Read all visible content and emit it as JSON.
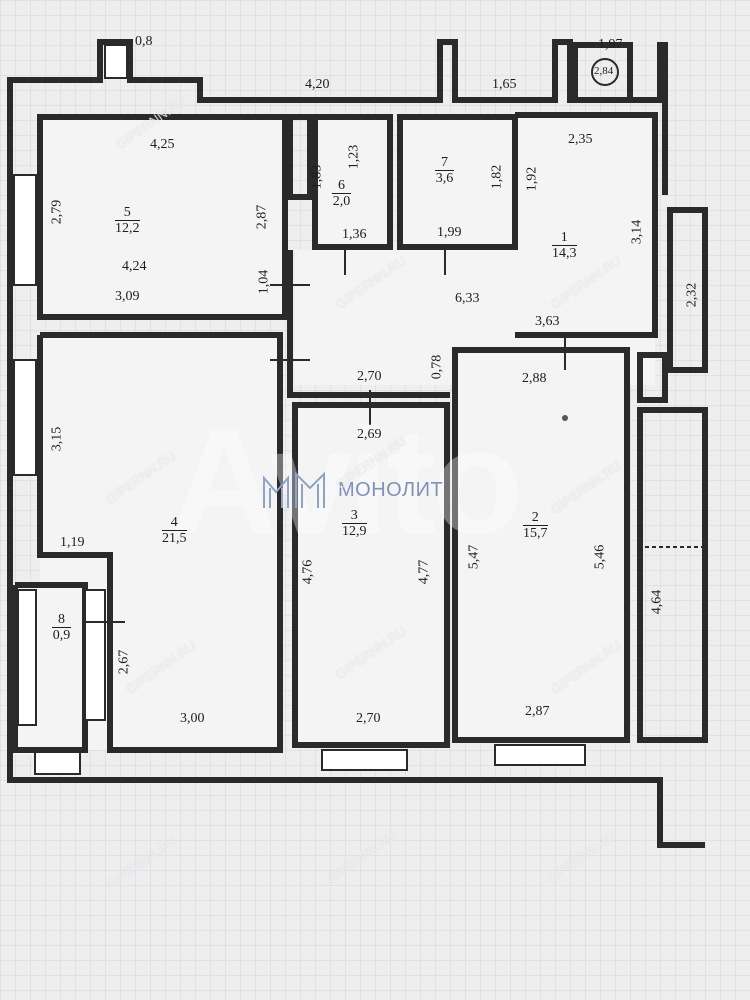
{
  "plan": {
    "rooms": [
      {
        "id": "1",
        "area": "14,3"
      },
      {
        "id": "2",
        "area": "15,7"
      },
      {
        "id": "3",
        "area": "12,9"
      },
      {
        "id": "4",
        "area": "21,5"
      },
      {
        "id": "5",
        "area": "12,2"
      },
      {
        "id": "6",
        "area": "2,0"
      },
      {
        "id": "7",
        "area": "3,6"
      },
      {
        "id": "8",
        "area": "0,9"
      }
    ],
    "dimensions": {
      "d_top_room5": "4,25",
      "d_left_room5": "2,79",
      "d_right_room5": "2,87",
      "d_mid_room5": "4,24",
      "d_bottom_room5": "3,09",
      "d_door_104": "1,04",
      "d_top_420": "4,20",
      "d_top_165": "1,65",
      "d_top_08": "0,8",
      "d_top_197": "1,97",
      "d_top_284": "2,84",
      "d_183": "1,83",
      "d_123": "1,23",
      "d_136": "1,36",
      "d_182": "1,82",
      "d_199": "1,99",
      "d_192": "1,92",
      "d_235": "2,35",
      "d_314": "3,14",
      "d_633": "6,33",
      "d_363": "3,63",
      "d_232": "2,32",
      "d_078": "0,78",
      "d_270_corr": "2,70",
      "d_288": "2,88",
      "d_269": "2,69",
      "d_315": "3,15",
      "d_119": "1,19",
      "d_476": "4,76",
      "d_477": "4,77",
      "d_547": "5,47",
      "d_546": "5,46",
      "d_464": "4,64",
      "d_267": "2,67",
      "d_300": "3,00",
      "d_270_bot": "2,70",
      "d_287": "2,87"
    },
    "watermark": "GIPERNN.RU",
    "brand": "МОНОЛИТ",
    "brand_icon": "monolit-logo-icon",
    "avito_mark": "Avito",
    "wall_color": "#2a2a2a",
    "fill_color": "#f4f4f4",
    "brand_color": "#7f93b8"
  }
}
